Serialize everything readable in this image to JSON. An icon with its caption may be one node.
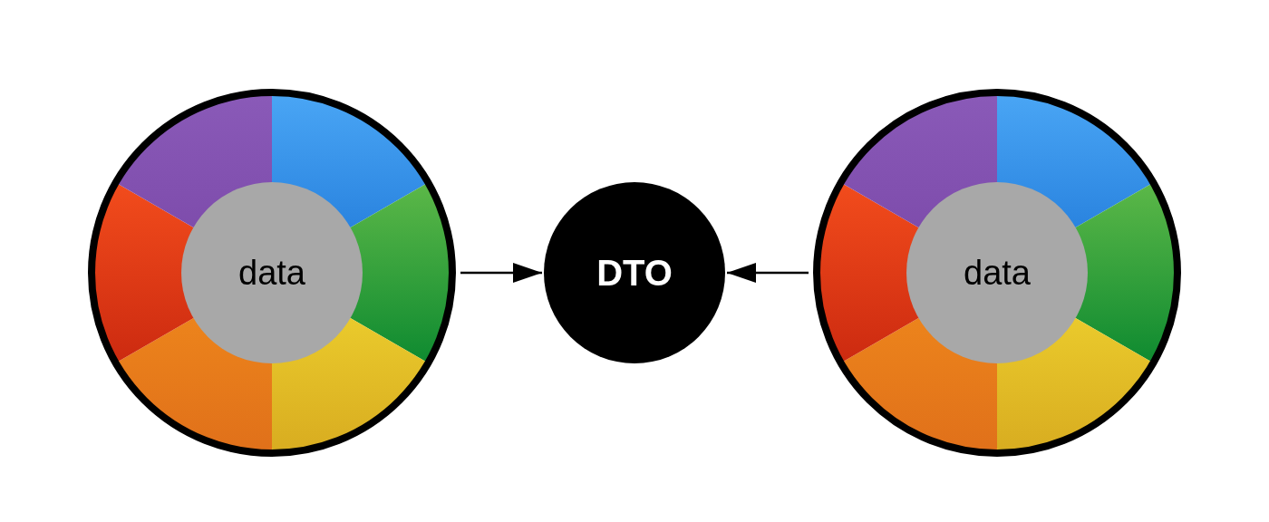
{
  "diagram": {
    "nodes": [
      {
        "text": [
          "data"
        ]
      },
      {
        "text": [
          "DTO"
        ]
      },
      {
        "text": [
          "data"
        ]
      }
    ],
    "edges": [
      {
        "from": 0,
        "to": 1,
        "arrow": "to"
      },
      {
        "from": 2,
        "to": 1,
        "arrow": "to"
      }
    ]
  }
}
